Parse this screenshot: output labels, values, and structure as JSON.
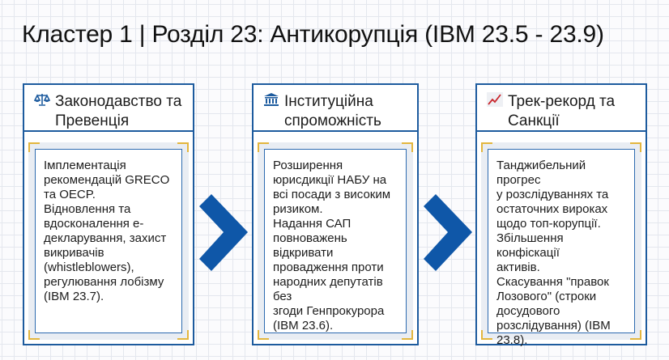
{
  "title": "Кластер 1 | Розділ 23: Антикорупція (IBM 23.5 - 23.9)",
  "columns": [
    {
      "icon": "scales-icon",
      "heading": [
        "Законодавство та",
        "Превенція"
      ],
      "lines": [
        "Імплементація",
        "рекомендацій GRECO",
        "та OECP.",
        "Відновлення та",
        "вдосконалення е-",
        "декларування, захист",
        "викривачів",
        "(whistleblowers),",
        "регулювання лобізму",
        "(IBM 23.7)."
      ]
    },
    {
      "icon": "institution-icon",
      "heading": [
        "Інституційна",
        "спроможність"
      ],
      "lines": [
        "Розширення",
        "юрисдикції НАБУ на",
        "всі посади з високим",
        "ризиком.",
        "Надання САП",
        "повноважень",
        "відкривати",
        "провадження проти",
        "народних депутатів без",
        "згоди Генпрокурора",
        "(IBM 23.6)."
      ]
    },
    {
      "icon": "chart-increasing-icon",
      "heading": [
        "Трек-рекорд та",
        "Санкції"
      ],
      "lines": [
        "Танджибельний",
        "прогрес",
        "у розслідуваннях та",
        "остаточних вироках",
        "щодо топ-корупції.",
        "Збільшення конфіскації",
        "активів.",
        "Скасування \"правок",
        "Лозового\" (строки",
        "досудового",
        "розслідування) (IBM",
        "23.8)."
      ]
    }
  ],
  "colors": {
    "border": "#1d5b9e",
    "chevron": "#0f57a8",
    "accent": "#e3b63e"
  }
}
